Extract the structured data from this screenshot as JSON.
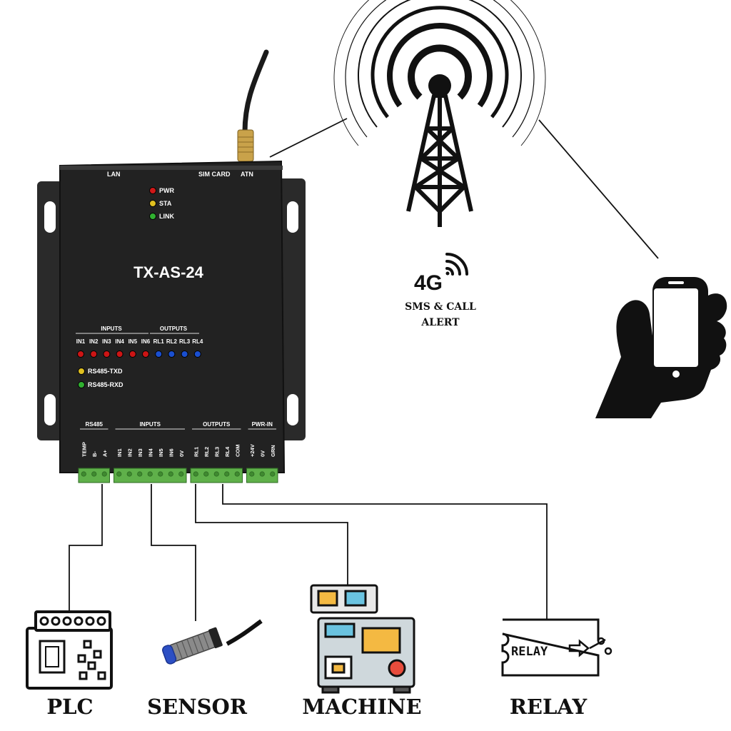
{
  "device": {
    "model": "TX-AS-24",
    "top_ports": [
      "LAN",
      "SIM CARD",
      "ATN"
    ],
    "status_leds": [
      {
        "label": "PWR",
        "color": "#d01818"
      },
      {
        "label": "STA",
        "color": "#e0c020"
      },
      {
        "label": "LINK",
        "color": "#30b030"
      }
    ],
    "inputs_header": "INPUTS",
    "outputs_header": "OUTPUTS",
    "input_labels": [
      "IN1",
      "IN2",
      "IN3",
      "IN4",
      "IN5",
      "IN6"
    ],
    "output_labels": [
      "RL1",
      "RL2",
      "RL3",
      "RL4"
    ],
    "input_led_color": "#cc1515",
    "output_led_color": "#1a4fd0",
    "rs485_leds": [
      {
        "label": "RS485-TXD",
        "color": "#e0c020"
      },
      {
        "label": "RS485-RXD",
        "color": "#30b030"
      }
    ],
    "terminal_groups": [
      {
        "title": "RS485",
        "pins": [
          "TEMP",
          "B-",
          "A+"
        ]
      },
      {
        "title": "INPUTS",
        "pins": [
          "IN1",
          "IN2",
          "IN3",
          "IN4",
          "IN5",
          "IN6",
          "0V"
        ]
      },
      {
        "title": "OUTPUTS",
        "pins": [
          "RL1",
          "RL2",
          "RL3",
          "RL4",
          "COM"
        ]
      },
      {
        "title": "PWR-IN",
        "pins": [
          "+24V",
          "0V",
          "GRN"
        ]
      }
    ],
    "body_color": "#222222",
    "terminal_color": "#5fb04a"
  },
  "network": {
    "badge": "4G",
    "alert_line1": "SMS & CALL",
    "alert_line2": "ALERT"
  },
  "endpoints": [
    {
      "label": "PLC"
    },
    {
      "label": "SENSOR"
    },
    {
      "label": "MACHINE"
    },
    {
      "label": "RELAY",
      "icon_text": "RELAY"
    }
  ]
}
